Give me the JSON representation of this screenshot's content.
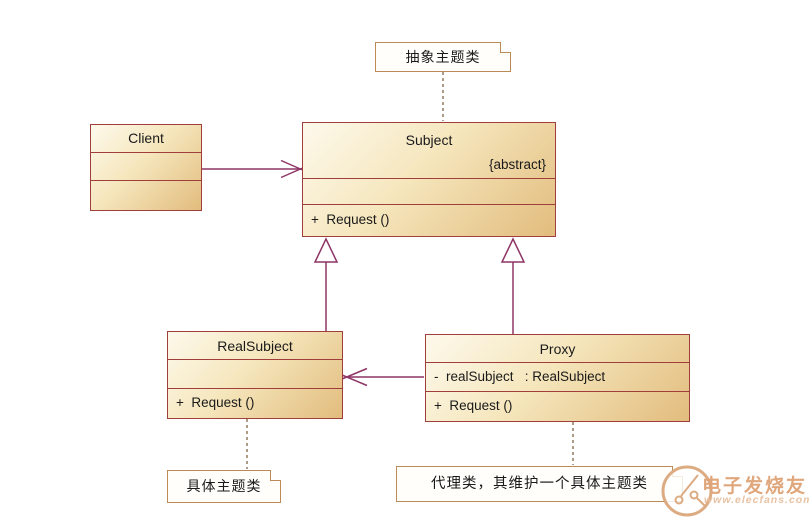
{
  "classes": {
    "client": {
      "name": "Client"
    },
    "subject": {
      "name": "Subject",
      "stereotype": "{abstract}",
      "method": "+  Request ()"
    },
    "real_subject": {
      "name": "RealSubject",
      "method": "+  Request ()"
    },
    "proxy": {
      "name": "Proxy",
      "attribute": "-  realSubject   : RealSubject",
      "method": "+  Request ()"
    }
  },
  "notes": {
    "abstract_subject": "抽象主题类",
    "concrete_subject": "具体主题类",
    "proxy_description": "代理类，其维护一个具体主题类"
  },
  "watermark": {
    "brand": "电子发烧友",
    "site": "www.elecfans.com"
  },
  "colors": {
    "class_border": "#a03e3b",
    "class_fill_start": "#fdf9ec",
    "class_fill_end": "#e2bc7d",
    "connector_line": "#8e3566",
    "note_border": "#bb8a57",
    "dashed_link": "#8c7052",
    "watermark_text": "#dfa376"
  }
}
